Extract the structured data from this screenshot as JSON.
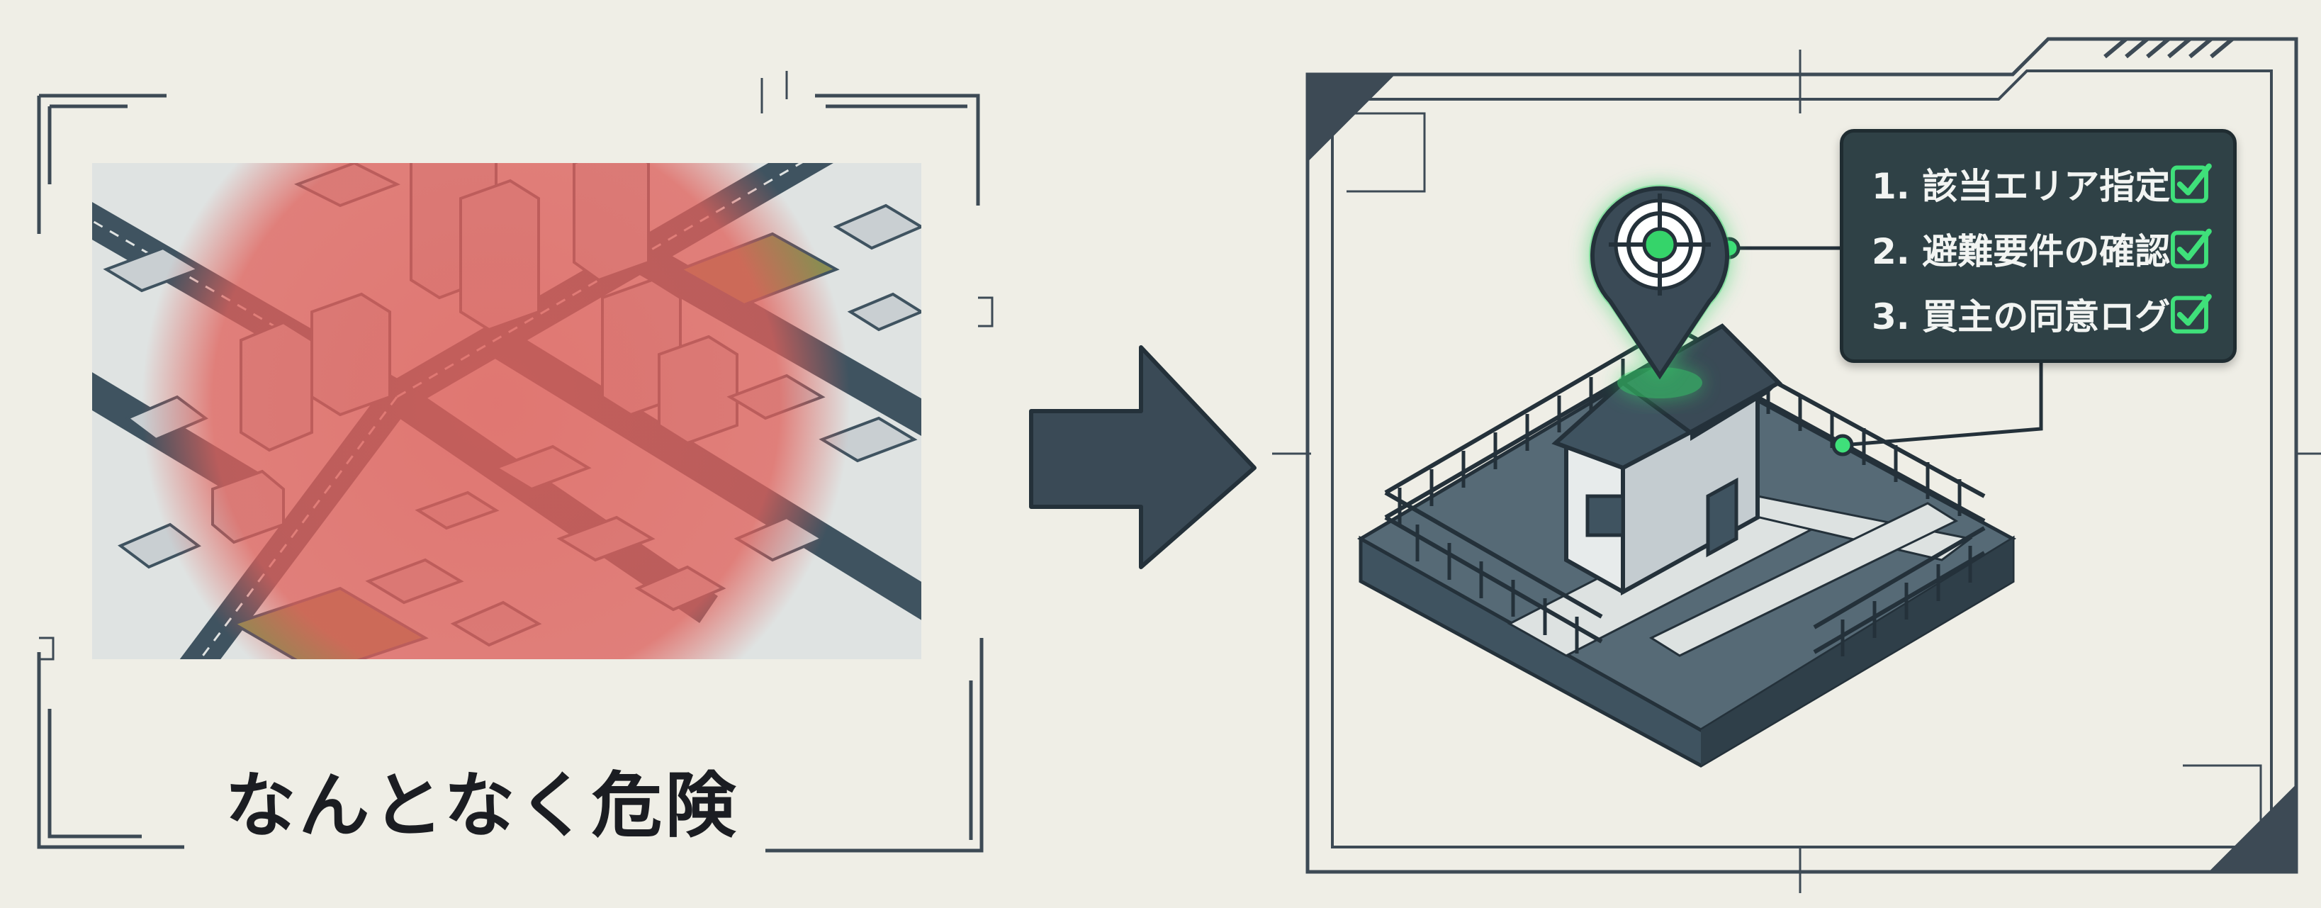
{
  "left_panel": {
    "caption": "なんとなく危険",
    "hazard_overlay_color": "#e0605a"
  },
  "arrow": {
    "direction": "right",
    "icon": "right-arrow-icon",
    "color": "#3a4a56"
  },
  "right_panel": {
    "pin_icon": "location-target-pin-icon",
    "pin_glow_color": "#35d46a",
    "checklist": [
      {
        "label": "1. 該当エリア指定",
        "checked": true,
        "icon": "checkbox-checked-icon"
      },
      {
        "label": "2. 避難要件の確認",
        "checked": true,
        "icon": "checkbox-checked-icon"
      },
      {
        "label": "3. 買主の同意ログ",
        "checked": true,
        "icon": "checkbox-checked-icon"
      }
    ],
    "house_icon": "house-icon"
  }
}
